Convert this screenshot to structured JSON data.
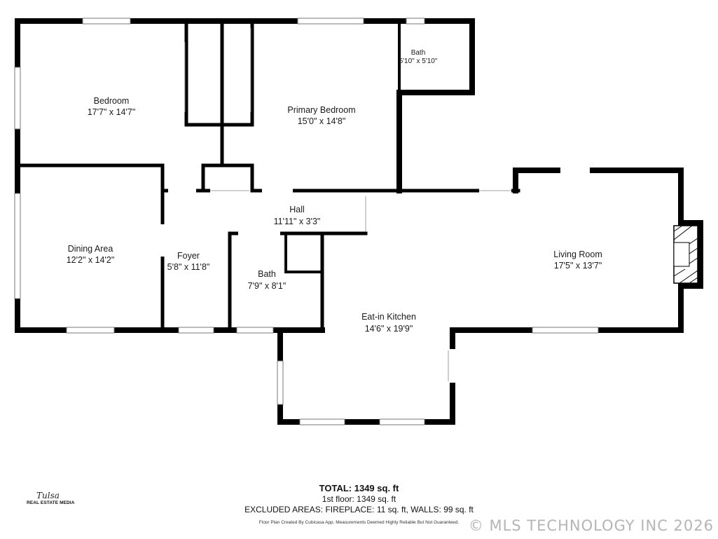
{
  "rooms": {
    "bedroom": {
      "name": "Bedroom",
      "dims": "17'7\" x 14'7\""
    },
    "primary_bedroom": {
      "name": "Primary Bedroom",
      "dims": "15'0\" x 14'8\""
    },
    "bath_upper": {
      "name": "Bath",
      "dims": "5'10\" x 5'10\""
    },
    "hall": {
      "name": "Hall",
      "dims": "11'11\" x 3'3\""
    },
    "dining_area": {
      "name": "Dining Area",
      "dims": "12'2\" x 14'2\""
    },
    "foyer": {
      "name": "Foyer",
      "dims": "5'8\" x 11'8\""
    },
    "bath_lower": {
      "name": "Bath",
      "dims": "7'9\" x 8'1\""
    },
    "living_room": {
      "name": "Living Room",
      "dims": "17'5\" x 13'7\""
    },
    "kitchen": {
      "name": "Eat-in Kitchen",
      "dims": "14'6\" x 19'9\""
    }
  },
  "footer": {
    "total": "TOTAL: 1349 sq. ft",
    "floor": "1st floor: 1349 sq. ft",
    "excluded": "EXCLUDED AREAS: FIREPLACE: 11 sq. ft, WALLS: 99 sq. ft",
    "disclaimer": "Floor Plan Created By Cubicasa App. Measurements Deemed Highly Reliable But Not Guaranteed."
  },
  "logo": {
    "script": "Tulsa",
    "text": "REAL ESTATE MEDIA"
  },
  "copyright": "© MLS TECHNOLOGY INC 2026",
  "colors": {
    "wall": "#000000",
    "window": "#ffffff",
    "background": "#ffffff"
  }
}
